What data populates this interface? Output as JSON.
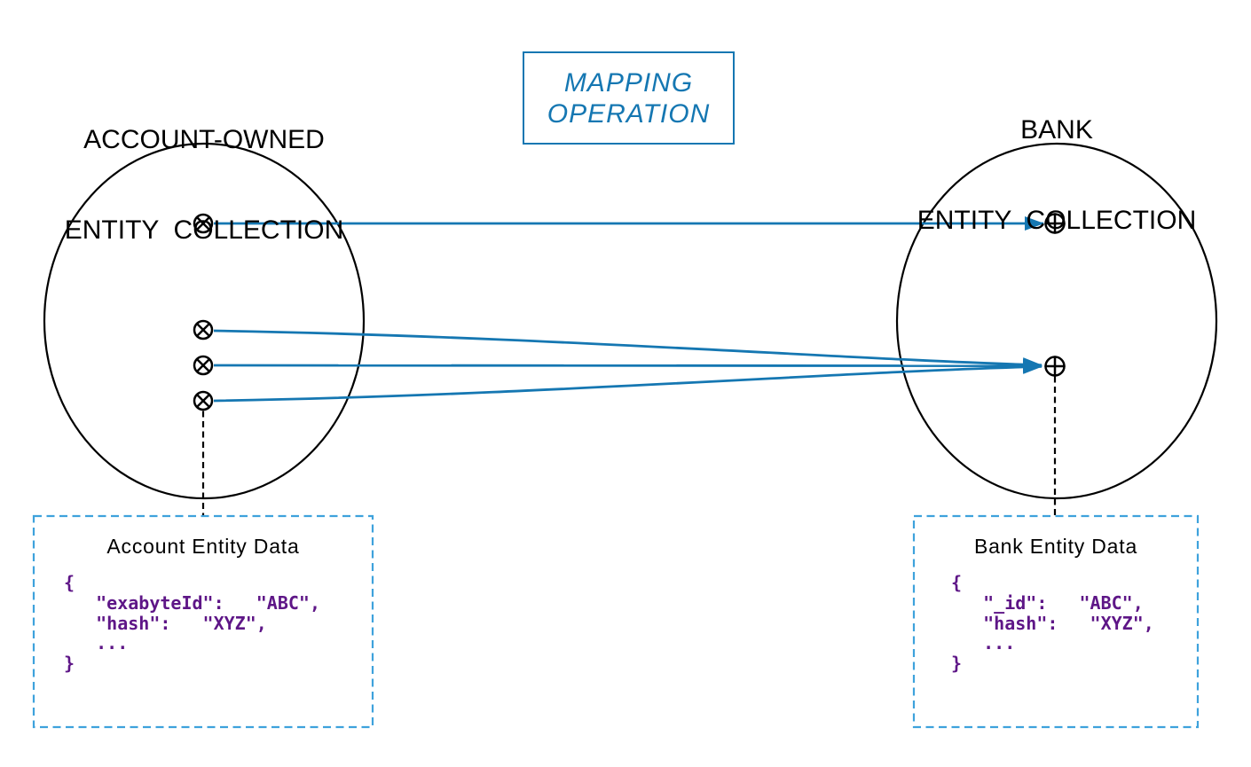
{
  "left_collection": {
    "title_line1": "ACCOUNT-OWNED",
    "title_line2": "ENTITY  COLLECTION"
  },
  "mapping_operation": {
    "label_line1": "MAPPING",
    "label_line2": "OPERATION"
  },
  "right_collection": {
    "title_line1": "BANK",
    "title_line2": "ENTITY  COLLECTION"
  },
  "left_data_panel": {
    "title": "Account Entity Data",
    "code": "{\n   \"exabyteId\":   \"ABC\",\n   \"hash\":   \"XYZ\",\n   ...\n}"
  },
  "right_data_panel": {
    "title": "Bank Entity Data",
    "code": "{\n   \"_id\":   \"ABC\",\n   \"hash\":   \"XYZ\",\n   ...\n}"
  },
  "icons": {
    "source_point_icon": "circled-x ⊗",
    "target_point_icon": "circled-plus ⊕"
  },
  "colors": {
    "accent_blue": "#1577b2",
    "panel_dashed_blue": "#3ea2dc",
    "code_purple": "#5e1687",
    "line_black": "#000000"
  }
}
